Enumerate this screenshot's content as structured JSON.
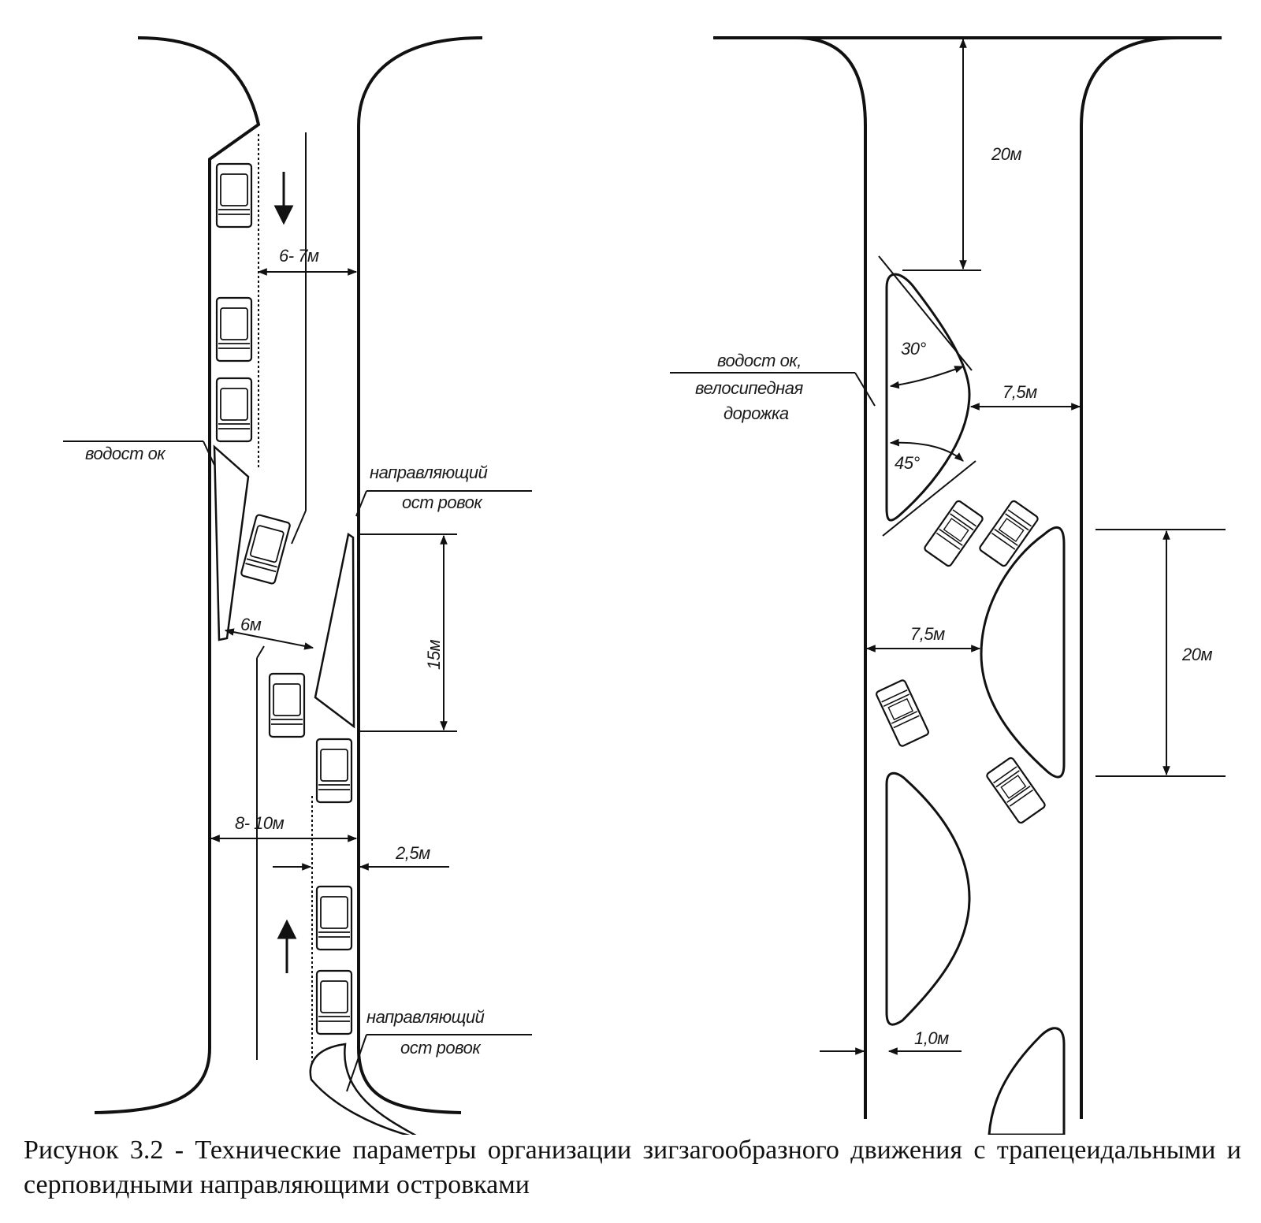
{
  "diagram": {
    "left_scheme": {
      "labels": {
        "width_6_7": "6- 7м",
        "width_6": "6м",
        "length_15": "15м",
        "width_8_10": "8- 10м",
        "width_2_5": "2,5м",
        "drain": "водост ок",
        "guide_island_1_line1": "направляющий",
        "guide_island_1_line2": "ост ровок",
        "guide_island_2_line1": "направляющий",
        "guide_island_2_line2": "ост ровок"
      }
    },
    "right_scheme": {
      "labels": {
        "dist_20_top": "20м",
        "dist_20_right": "20м",
        "width_7_5_top": "7,5м",
        "width_7_5_mid": "7,5м",
        "width_1_0": "1,0м",
        "angle_30": "30°",
        "angle_45": "45°",
        "drain_bike_line1": "водост ок,",
        "drain_bike_line2": "велосипедная",
        "drain_bike_line3": "дорожка"
      }
    }
  },
  "caption": "Рисунок 3.2 - Технические параметры организации зигзагообразного движения с трапецеидальными и серповидными направляющими островками"
}
